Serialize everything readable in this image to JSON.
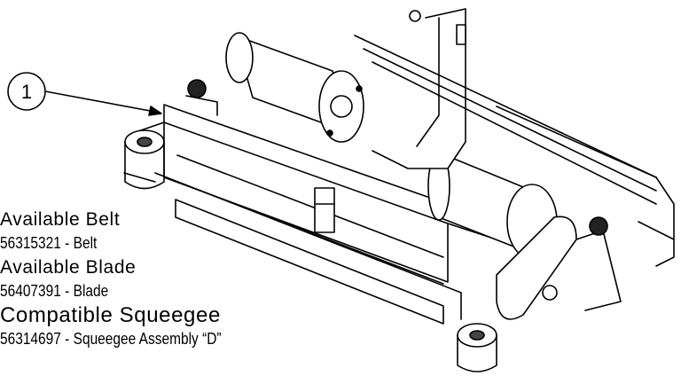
{
  "callout": {
    "number": "1"
  },
  "parts_info": {
    "belt_heading": "Available Belt",
    "belt_part": "56315321 - Belt",
    "blade_heading": "Available Blade",
    "blade_part": "56407391 - Blade",
    "squeegee_heading": "Compatible Squeegee",
    "squeegee_part": "56314697 - Squeegee Assembly “D”"
  }
}
